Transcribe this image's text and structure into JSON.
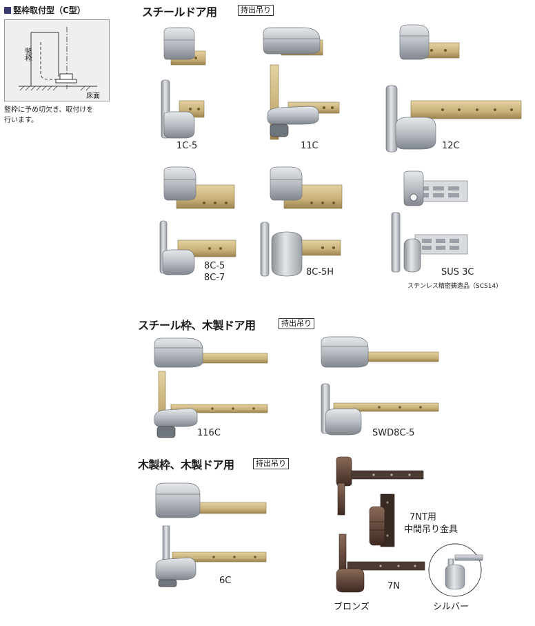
{
  "sidebar": {
    "heading": "竪枠取付型（C型）",
    "diagram_label_frame": "竪枠",
    "diagram_label_floor": "床面",
    "note_line1": "竪枠に予め切欠き、取付けを",
    "note_line2": "行います。"
  },
  "sections": {
    "steel_door": {
      "title": "スチールドア用",
      "badge": "持出吊り"
    },
    "steel_frame_wood_door": {
      "title": "スチール枠、木製ドア用",
      "badge": "持出吊り"
    },
    "wood_frame_wood_door": {
      "title": "木製枠、木製ドア用",
      "badge": "持出吊り"
    }
  },
  "products": {
    "p1c5": "1C-5",
    "p11c": "11C",
    "p12c": "12C",
    "p8c5": "8C-5",
    "p8c7": "8C-7",
    "p8c5h": "8C-5H",
    "sus3c": "SUS 3C",
    "sus3c_note": "ステンレス精密鋳造品（SCS14）",
    "p116c": "116C",
    "swd8c5": "SWD8C-5",
    "p6c": "6C",
    "p7n": "7N",
    "p7nt_line1": "7NT用",
    "p7nt_line2": "中間吊り金具",
    "bronze": "ブロンズ",
    "silver": "シルバー"
  },
  "colors": {
    "brass": "#c9b37a",
    "brass_dark": "#9e8652",
    "steel": "#c3c7cc",
    "steel_dark": "#7d838a",
    "bronze": "#6b4a3a",
    "accent": "#3a3a6e"
  }
}
